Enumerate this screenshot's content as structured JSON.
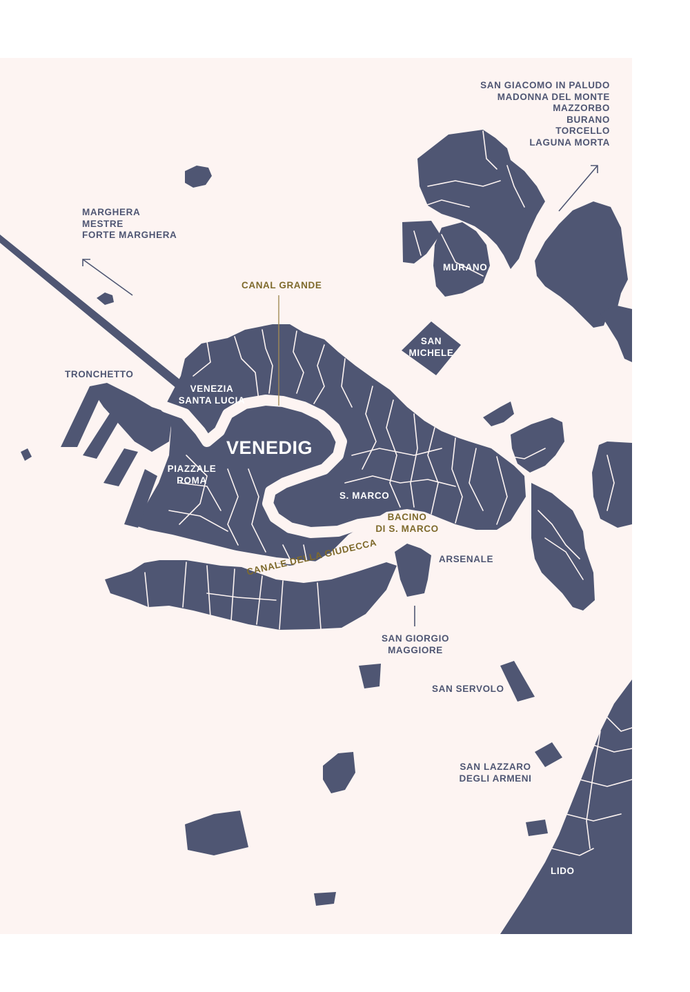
{
  "colors": {
    "background": "#fdf4f2",
    "land": "#4f5673",
    "water_line": "#fdf4f2",
    "canal_accent": "#a08a56",
    "canal_text": "#7e6a2c"
  },
  "city": {
    "name": "VENEDIG"
  },
  "labels": {
    "northeast_islands": [
      "SAN GIACOMO IN PALUDO",
      "MADONNA DEL MONTE",
      "MAZZORBO",
      "BURANO",
      "TORCELLO",
      "LAGUNA MORTA"
    ],
    "mainland": [
      "MARGHERA",
      "MESTRE",
      "FORTE MARGHERA"
    ],
    "tronchetto": "TRONCHETTO",
    "santa_lucia": [
      "VENEZIA",
      "SANTA LUCIA"
    ],
    "piazzale_roma": [
      "PIAZZALE",
      "ROMA"
    ],
    "murano": "MURANO",
    "san_michele": [
      "SAN",
      "MICHELE"
    ],
    "san_marco": "S. MARCO",
    "arsenale": "ARSENALE",
    "san_giorgio": [
      "SAN GIORGIO",
      "MAGGIORE"
    ],
    "san_servolo": "SAN SERVOLO",
    "san_lazzaro": [
      "SAN LAZZARO",
      "DEGLI ARMENI"
    ],
    "lido": "LIDO"
  },
  "waterways": {
    "canal_grande": "CANAL GRANDE",
    "bacino": [
      "BACINO",
      "DI S. MARCO"
    ],
    "giudecca": "CANALE DELLA GIUDECCA"
  },
  "icons": [
    "arrow-northeast-icon",
    "arrow-northwest-icon"
  ]
}
